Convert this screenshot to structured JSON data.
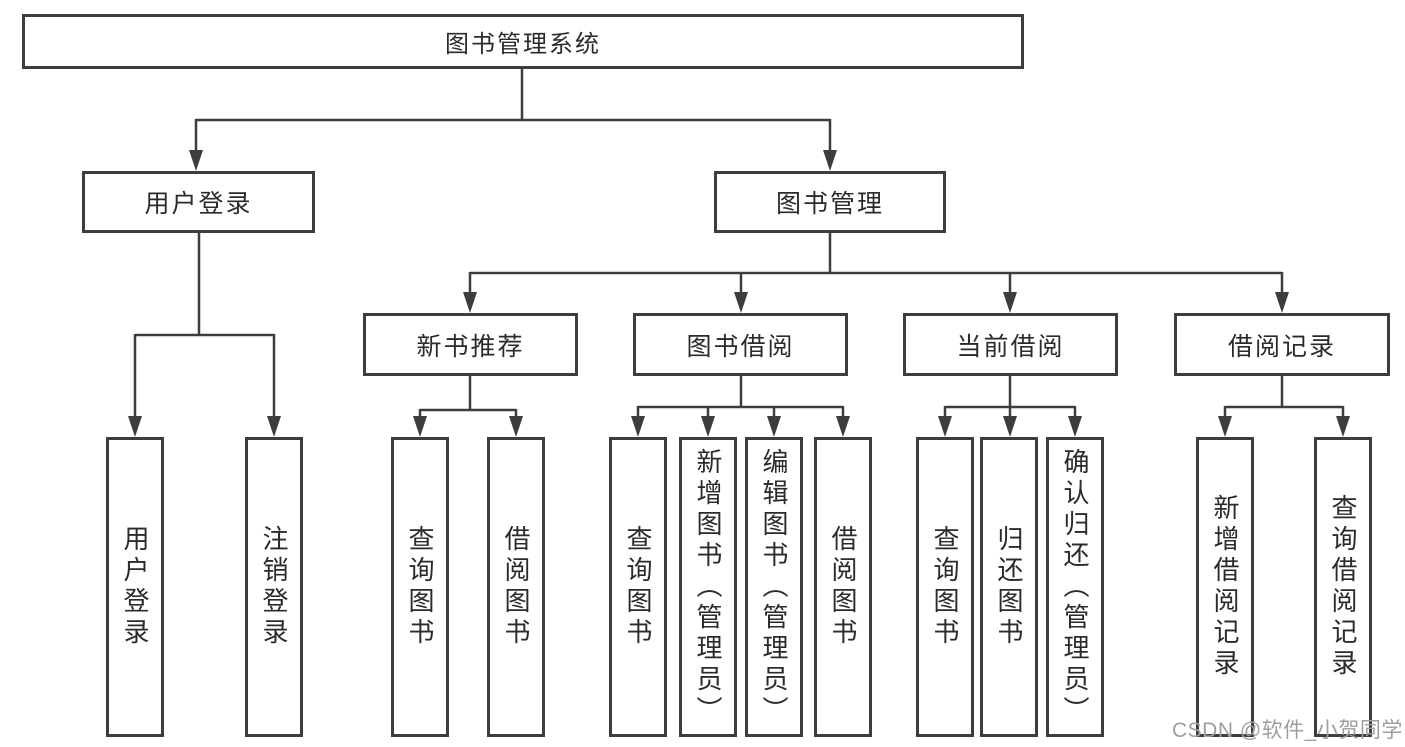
{
  "diagram": {
    "root": {
      "label": "图书管理系统"
    },
    "level2": [
      {
        "label": "用户登录",
        "children": [
          {
            "label": "用户登录"
          },
          {
            "label": "注销登录"
          }
        ]
      },
      {
        "label": "图书管理",
        "children": [
          {
            "label": "新书推荐",
            "children": [
              {
                "label": "查询图书"
              },
              {
                "label": "借阅图书"
              }
            ]
          },
          {
            "label": "图书借阅",
            "children": [
              {
                "label": "查询图书"
              },
              {
                "label": "新增图书（管理员）"
              },
              {
                "label": "编辑图书（管理员）"
              },
              {
                "label": "借阅图书"
              }
            ]
          },
          {
            "label": "当前借阅",
            "children": [
              {
                "label": "查询图书"
              },
              {
                "label": "归还图书"
              },
              {
                "label": "确认归还（管理员）"
              }
            ]
          },
          {
            "label": "借阅记录",
            "children": [
              {
                "label": "新增借阅记录"
              },
              {
                "label": "查询借阅记录"
              }
            ]
          }
        ]
      }
    ]
  },
  "watermark": "CSDN @软件_小贺同学",
  "colors": {
    "line": "#3d3d3d",
    "text": "#2b2b2b",
    "watermark": "#9e9e9e",
    "background": "#ffffff"
  }
}
